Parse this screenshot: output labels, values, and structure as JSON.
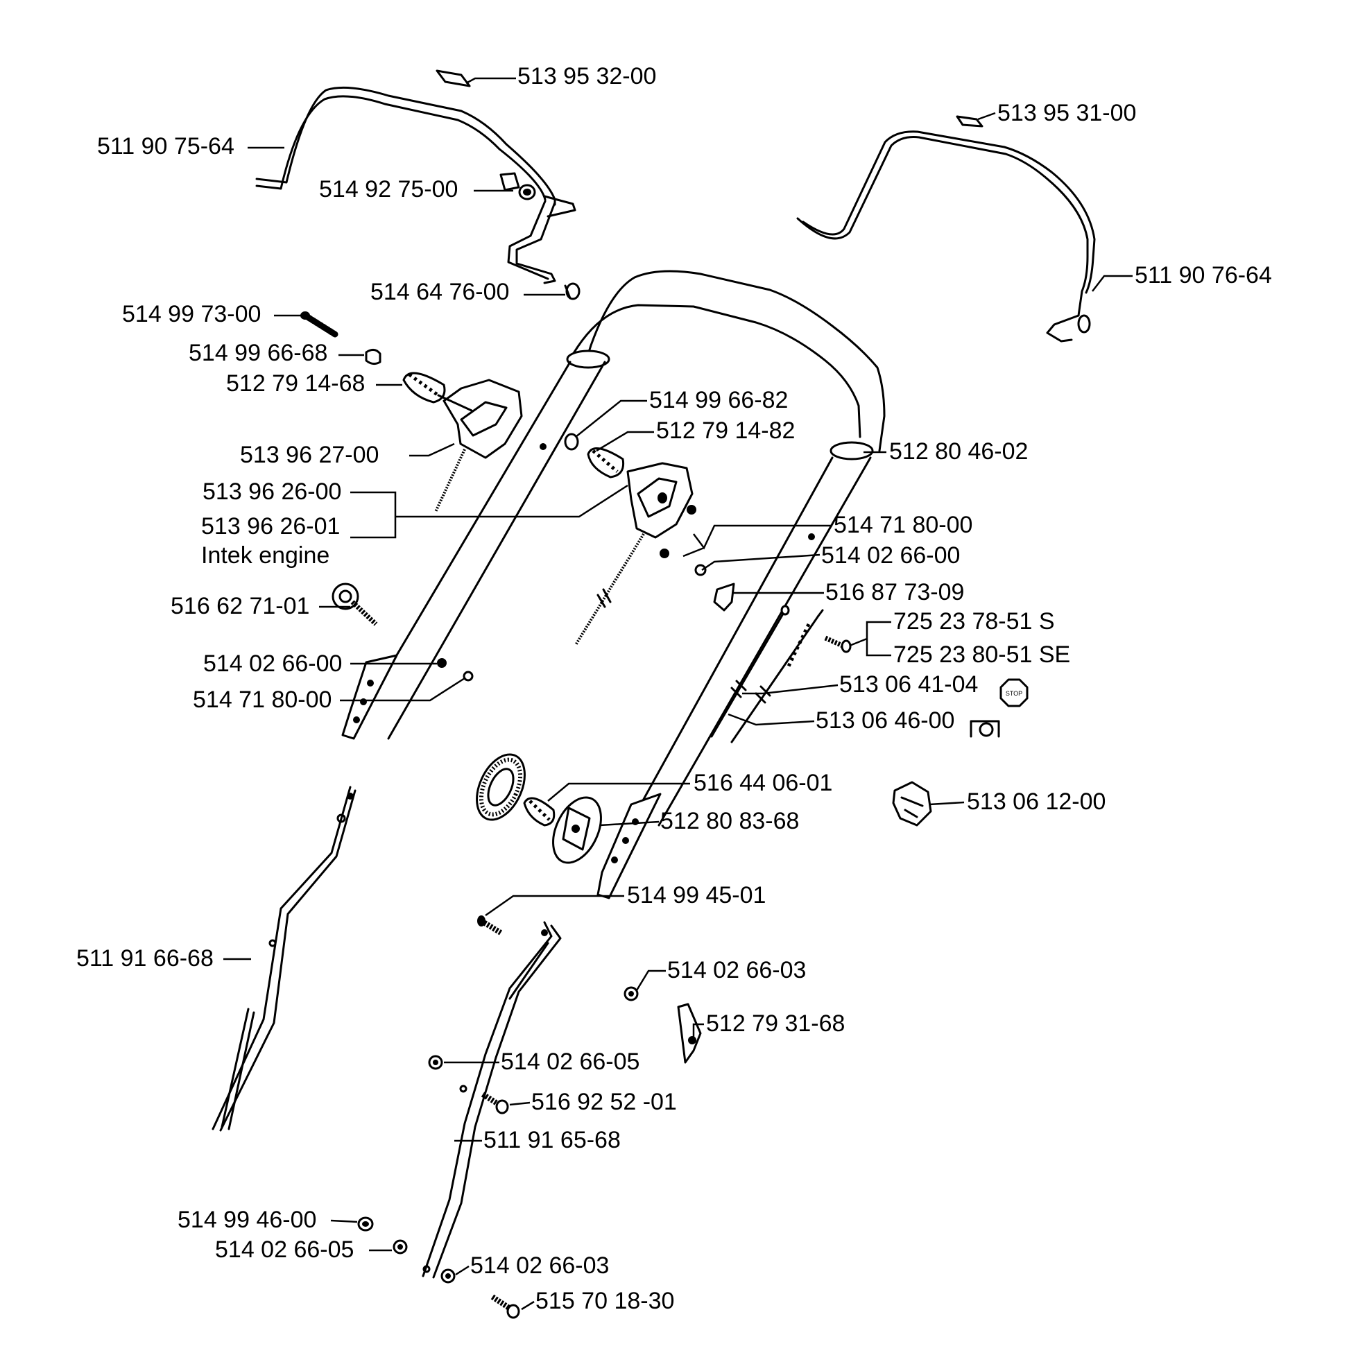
{
  "labels": {
    "p513953200": "513 95 32-00",
    "p511907564": "511 90 75-64",
    "p514927500": "514 92 75-00",
    "p514647600": "514 64 76-00",
    "p513953100": "513 95 31-00",
    "p511907664": "511 90 76-64",
    "p514997300": "514 99 73-00",
    "p514996668": "514 99 66-68",
    "p512791468": "512 79 14-68",
    "p514996682": "514 99 66-82",
    "p512791482": "512 79 14-82",
    "p513962700": "513 96 27-00",
    "p512804602": "512 80 46-02",
    "p513962600": "513 96 26-00",
    "p513962601": "513 96 26-01",
    "intek": "Intek engine",
    "p514718000a": "514 71 80-00",
    "p514026600a": "514 02 66-00",
    "p516627101": "516 62 71-01",
    "p516877309": "516 87 73-09",
    "p725237851": "725 23 78-51 S",
    "p725238051": "725 23 80-51 SE",
    "p514026600b": "514 02 66-00",
    "p513064104": "513 06 41-04",
    "p514718000b": "514 71 80-00",
    "p513064600": "513 06 46-00",
    "p516440601": "516 44 06-01",
    "p513061200": "513 06 12-00",
    "p512808368": "512 80 83-68",
    "p514994501": "514 99 45-01",
    "p511916668": "511 91 66-68",
    "p514026603a": "514 02 66-03",
    "p512793168": "512 79 31-68",
    "p514026605a": "514 02 66-05",
    "p516925201": "516 92 52 -01",
    "p511916568": "511 91 65-68",
    "p514994600": "514 99 46-00",
    "p514026605b": "514 02 66-05",
    "p514026603b": "514 02 66-03",
    "p515701830": "515 70 18-30",
    "stop_symbol": "STOP"
  }
}
